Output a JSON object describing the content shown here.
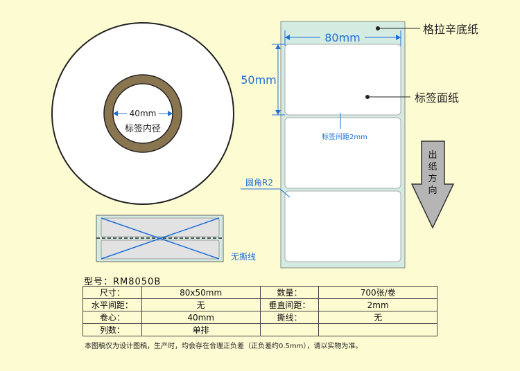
{
  "labels": {
    "backing_paper": "格拉辛底纸",
    "label_face": "标签面纸",
    "width": "80mm",
    "height": "50mm",
    "label_gap": "标签间距2mm",
    "corner": "圆角R2",
    "direction": [
      "出",
      "纸",
      "方",
      "向"
    ],
    "core_size": "40mm",
    "core_caption": "标签内径",
    "no_tear_line": "无撕线"
  },
  "model": "型号：RM8050B",
  "spec_rows": [
    [
      "尺寸：",
      "80x50mm",
      "数量：",
      "700张/卷"
    ],
    [
      "水平间距：",
      "无",
      "垂直间距：",
      "2mm"
    ],
    [
      "卷心：",
      "40mm",
      "撕线：",
      "无"
    ],
    [
      "列数：",
      "单排",
      "",
      ""
    ]
  ],
  "note": "本图稿仅为设计图稿，生产时，均会存在合理正负差（正负差约0.5mm），请以实物为准。",
  "colors": {
    "background": "#fdfbd2",
    "backing": "#d4ebe1",
    "dimension_blue": "#1e6fd9",
    "core_brown": "#8a7551",
    "arrow_gray": "#b5b5b5"
  }
}
